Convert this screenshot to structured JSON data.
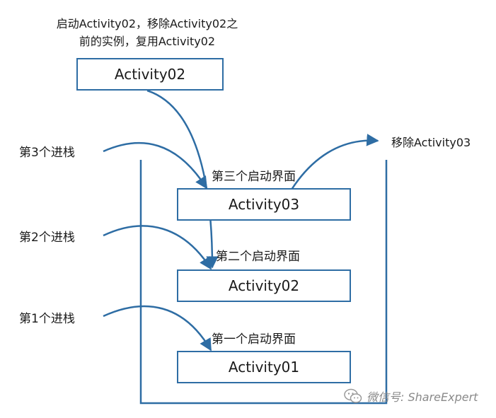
{
  "top_note": {
    "line1": "启动Activity02，移除Activity02之",
    "line2": "前的实例，复用Activity02"
  },
  "incoming_box": "Activity02",
  "remove_label": "移除Activity03",
  "push_labels": {
    "third": "第3个进栈",
    "second": "第2个进栈",
    "first": "第1个进栈"
  },
  "stack": {
    "activity03": {
      "caption": "第三个启动界面",
      "label": "Activity03"
    },
    "activity02": {
      "caption": "第二个启动界面",
      "label": "Activity02"
    },
    "activity01": {
      "caption": "第一个启动界面",
      "label": "Activity01"
    }
  },
  "watermark": "微信号: ShareExpert",
  "colors": {
    "border": "#2e6da4",
    "arrow": "#2e6da4",
    "text": "#1a1a1a",
    "watermark": "#8a8a8a"
  }
}
